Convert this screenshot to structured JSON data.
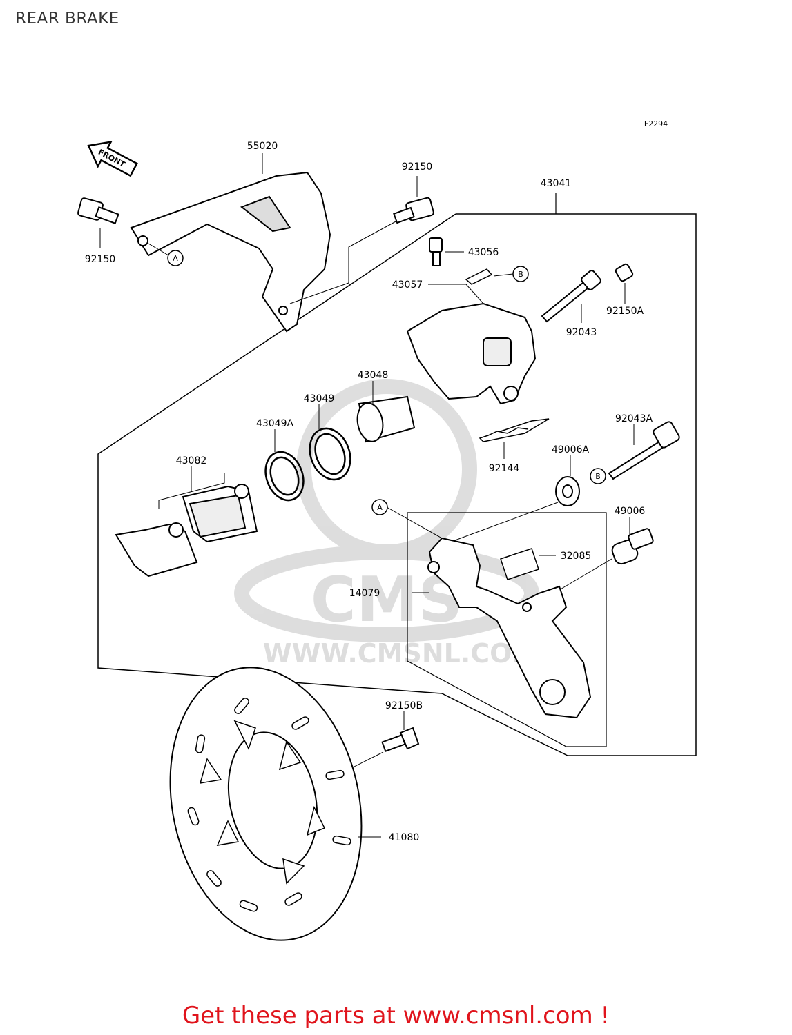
{
  "header": {
    "title": "REAR BRAKE"
  },
  "figure_code": "F2294",
  "front_arrow_label": "FRONT",
  "watermark": {
    "text": "WWW.CMSNL.COM",
    "logo": "CMS"
  },
  "callouts": {
    "A": "A",
    "B": "B"
  },
  "parts": {
    "p55020": "55020",
    "p92150_left": "92150",
    "p92150_top": "92150",
    "p43041": "43041",
    "p43056": "43056",
    "p43057": "43057",
    "p92043": "92043",
    "p92150A": "92150A",
    "p43048": "43048",
    "p43049": "43049",
    "p43049A": "43049A",
    "p43082": "43082",
    "p92144": "92144",
    "p92043A": "92043A",
    "p49006A": "49006A",
    "p49006": "49006",
    "p32085": "32085",
    "p14079": "14079",
    "p92150B": "92150B",
    "p41080": "41080"
  },
  "footer": {
    "text": "Get these parts at www.cmsnl.com !"
  }
}
